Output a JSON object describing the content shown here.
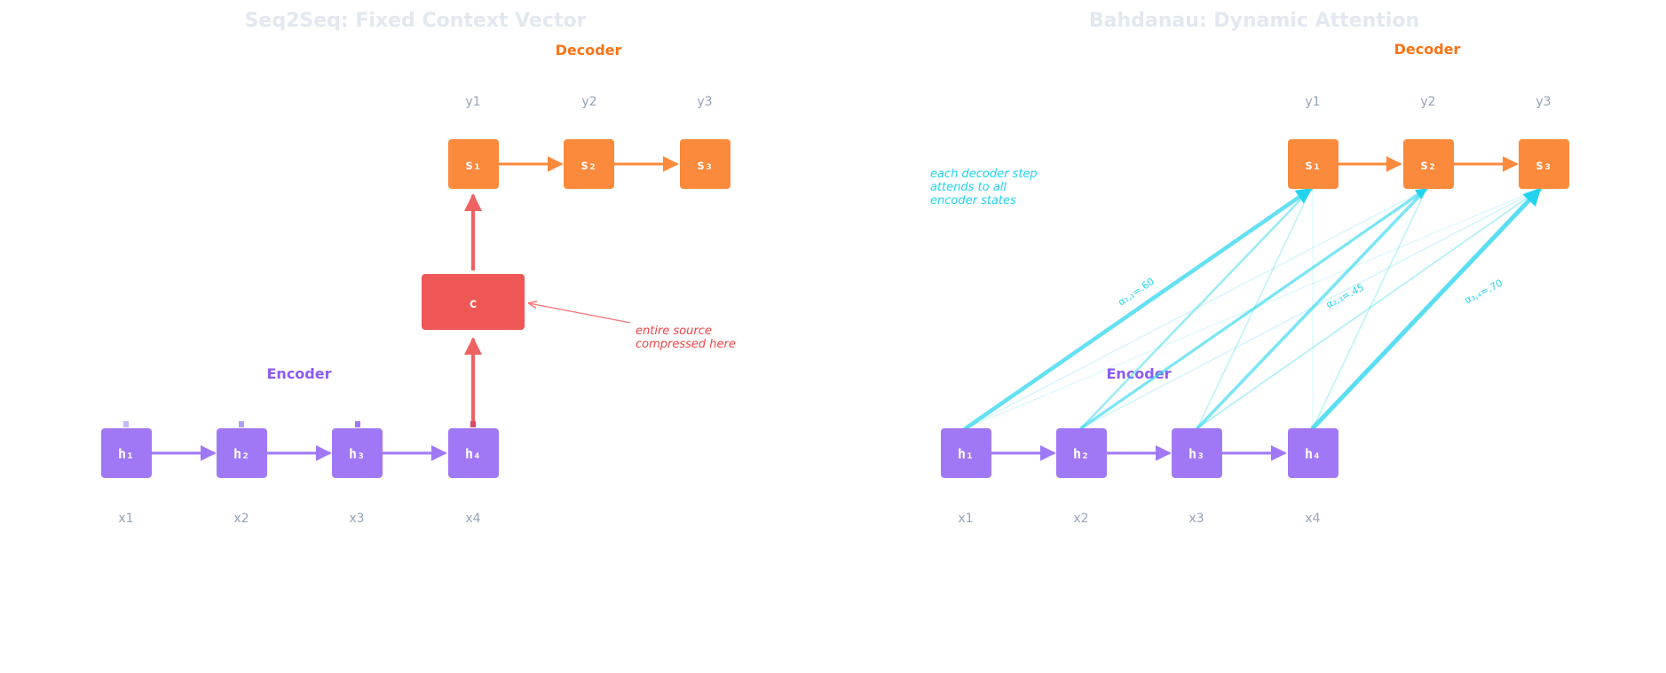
{
  "left": {
    "title": "Seq2Seq: Fixed Context Vector",
    "decoder_label": "Decoder",
    "encoder_label": "Encoder",
    "outputs": [
      "y1",
      "y2",
      "y3"
    ],
    "decoder_states": [
      "s₁",
      "s₂",
      "s₃"
    ],
    "context": "c",
    "encoder_states": [
      "h₁",
      "h₂",
      "h₃",
      "h₄"
    ],
    "inputs": [
      "x1",
      "x2",
      "x3",
      "x4"
    ],
    "annotation": [
      "entire source",
      "compressed here"
    ]
  },
  "right": {
    "title": "Bahdanau: Dynamic Attention",
    "decoder_label": "Decoder",
    "encoder_label": "Encoder",
    "outputs": [
      "y1",
      "y2",
      "y3"
    ],
    "decoder_states": [
      "s₁",
      "s₂",
      "s₃"
    ],
    "encoder_states": [
      "h₁",
      "h₂",
      "h₃",
      "h₄"
    ],
    "inputs": [
      "x1",
      "x2",
      "x3",
      "x4"
    ],
    "annotation": [
      "each decoder step",
      "attends to all",
      "encoder states"
    ],
    "weight_labels": [
      "α₁,₁=.60",
      "α₂,₃=.45",
      "α₃,₄=.70"
    ]
  },
  "colors": {
    "encoder": "#a078f6",
    "decoder": "#fb8a3c",
    "context": "#ef5656",
    "attention": "#22d3ee",
    "muted_text": "#94a3b8",
    "title": "#e2e8f0"
  }
}
